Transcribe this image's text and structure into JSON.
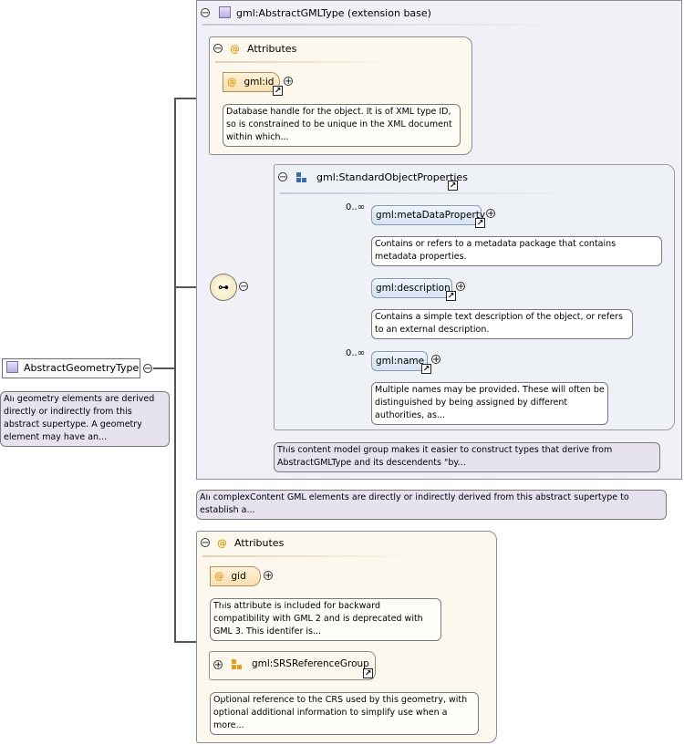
{
  "root": {
    "name": "AbstractGeometryType",
    "description": "All geometry elements are derived directly or indirectly from this abstract supertype. A geometry element may have an..."
  },
  "extension": {
    "title": "gml:AbstractGMLType (extension base)",
    "description": "All complexContent GML elements are directly or indirectly derived from this abstract supertype to establish a...",
    "attributes": {
      "title": "Attributes",
      "id_attr": {
        "name": "gml:id",
        "description": "Database handle for the object. It is of XML type ID, so is constrained to be unique in the XML document within which..."
      }
    },
    "group": {
      "name": "gml:StandardObjectProperties",
      "description": "This content model group makes it easier to construct types that derive from AbstractGMLType and its descendents \"by...",
      "elements": [
        {
          "name": "gml:metaDataProperty",
          "occurs": "0..∞",
          "description": "Contains or refers to a metadata package that contains metadata properties."
        },
        {
          "name": "gml:description",
          "occurs": "",
          "description": "Contains a simple text description of the object, or refers to an external description."
        },
        {
          "name": "gml:name",
          "occurs": "0..∞",
          "description": "Multiple names may be provided. These will often be distinguished by being assigned by different authorities, as..."
        }
      ]
    }
  },
  "own_attributes": {
    "title": "Attributes",
    "gid": {
      "name": "gid",
      "description": "This attribute is included for backward compatibility with GML 2 and is deprecated with GML 3. This identifer is..."
    },
    "srs_group": {
      "name": "gml:SRSReferenceGroup",
      "description": "Optional reference to the CRS used by this geometry, with optional additional information to simplify use when a more..."
    }
  },
  "colors": {
    "element_fill": "#d4e2f3",
    "attribute_fill": "#f6dfb0",
    "panel_fill": "#f1f0f7",
    "accent": "#e39b14"
  }
}
